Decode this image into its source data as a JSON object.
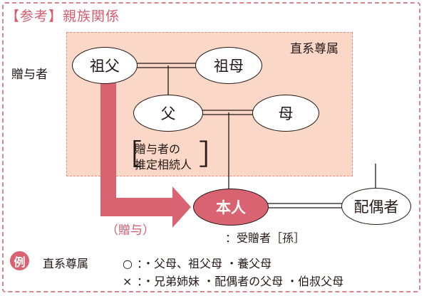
{
  "title": "【参考】親族関係",
  "lineage_box_label": "直系尊属",
  "giver_label": "贈与者",
  "nodes": {
    "grandfather": "祖父",
    "grandmother": "祖母",
    "father": "父",
    "mother": "母",
    "self": "本人",
    "spouse": "配偶者"
  },
  "giver_note": {
    "open": "［",
    "line1": "贈与者の",
    "line2": "推定相続人",
    "close": "］"
  },
  "gift_label": "（贈与）",
  "recipient_label": "：受贈者［孫］",
  "example": {
    "badge": "例",
    "term": "直系尊属",
    "yes_mark": "○",
    "yes_text": "：・父母、祖父母 ・養父母",
    "no_mark": "×",
    "no_text": "：・兄弟姉妹 ・配偶者の父母 ・伯叔父母"
  },
  "colors": {
    "accent": "#d96370",
    "lineage_fill": "#fbd7c7",
    "frame": "#d9858f"
  }
}
